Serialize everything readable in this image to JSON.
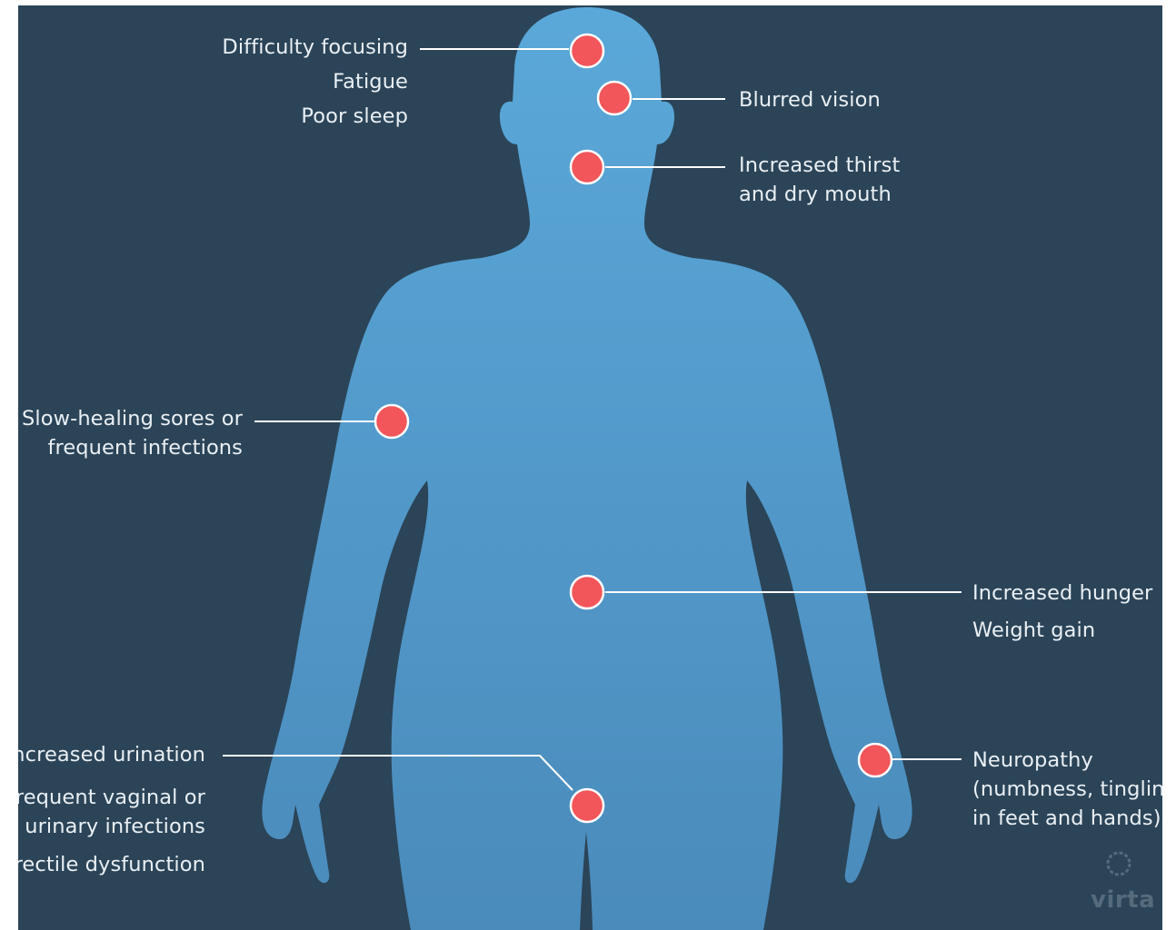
{
  "labels": {
    "head_left": [
      "Difficulty focusing",
      "Fatigue",
      "Poor sleep"
    ],
    "blurred_vision": "Blurred vision",
    "thirst": [
      "Increased thirst",
      "and dry mouth"
    ],
    "sores": [
      "Slow-healing sores or",
      "frequent infections"
    ],
    "hunger": [
      "Increased hunger",
      "Weight gain"
    ],
    "urination": [
      "Increased urination",
      "Frequent vaginal or",
      "urinary infections",
      "Erectile dysfunction"
    ],
    "neuropathy": [
      "Neuropathy",
      "(numbness, tingling",
      "in feet and hands)"
    ]
  },
  "brand": {
    "name": "virta"
  },
  "colors": {
    "background": "#2b4458",
    "body": "#569fcf",
    "marker": "#f2555a",
    "text": "#e9f0f5"
  }
}
